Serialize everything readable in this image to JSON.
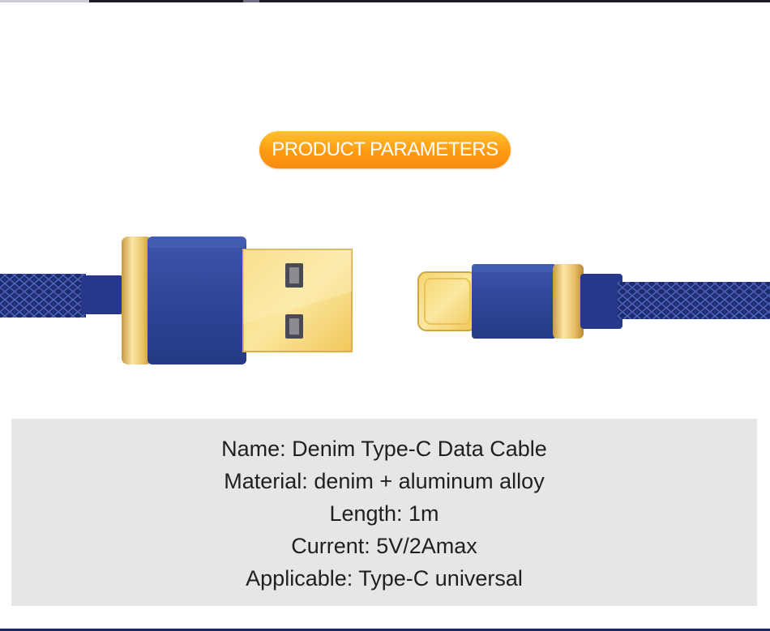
{
  "header": {
    "badge_label": "PRODUCT PARAMETERS"
  },
  "product_image": {
    "icon": "usb-to-type-c-cable-icon",
    "colors": {
      "denim": "#1d2f78",
      "connector_blue": "#2f49a0",
      "gold": "#f2cf6a",
      "badge_orange": "#ff9f1a",
      "panel_gray": "#e6e6e6"
    }
  },
  "specs": {
    "rows": [
      {
        "text": "Name: Denim Type-C Data Cable"
      },
      {
        "text": "Material: denim + aluminum alloy"
      },
      {
        "text": "Length: 1m"
      },
      {
        "text": "Current: 5V/2Amax"
      },
      {
        "text": "Applicable: Type-C universal"
      }
    ]
  }
}
